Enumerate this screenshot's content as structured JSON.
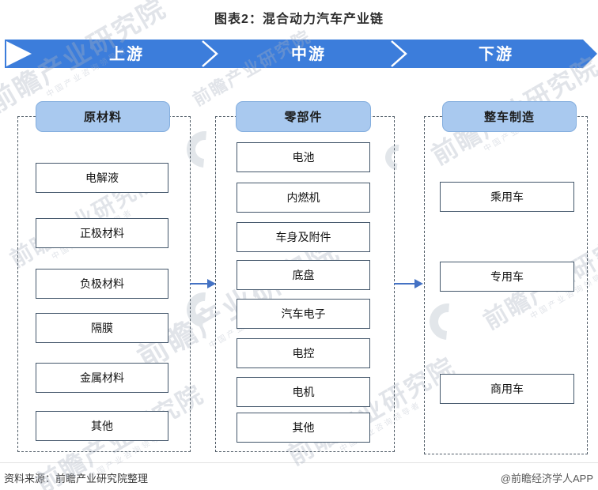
{
  "title": "图表2：混合动力汽车产业链",
  "banner": {
    "segments": [
      {
        "label": "上游"
      },
      {
        "label": "中游"
      },
      {
        "label": "下游"
      }
    ]
  },
  "columns": [
    {
      "header": "原材料",
      "items": [
        "电解液",
        "正极材料",
        "负极材料",
        "隔膜",
        "金属材料",
        "其他"
      ]
    },
    {
      "header": "零部件",
      "items": [
        "电池",
        "内燃机",
        "车身及附件",
        "底盘",
        "汽车电子",
        "电控",
        "电机",
        "其他"
      ]
    },
    {
      "header": "整车制造",
      "items": [
        "乘用车",
        "专用车",
        "商用车"
      ]
    }
  ],
  "footer": {
    "source": "资料来源：前瞻产业研究院整理",
    "credit": "@前瞻经济学人APP"
  },
  "watermark": {
    "text": "前瞻产业研究院",
    "subtext": "中国产业咨询领导者"
  },
  "colors": {
    "banner": "#3C7DDB",
    "header_fill": "#A9C9EF",
    "header_border": "#84AEDE",
    "box_border": "#44576B",
    "container_border": "#4F5B66",
    "arrow": "#4472C4"
  }
}
